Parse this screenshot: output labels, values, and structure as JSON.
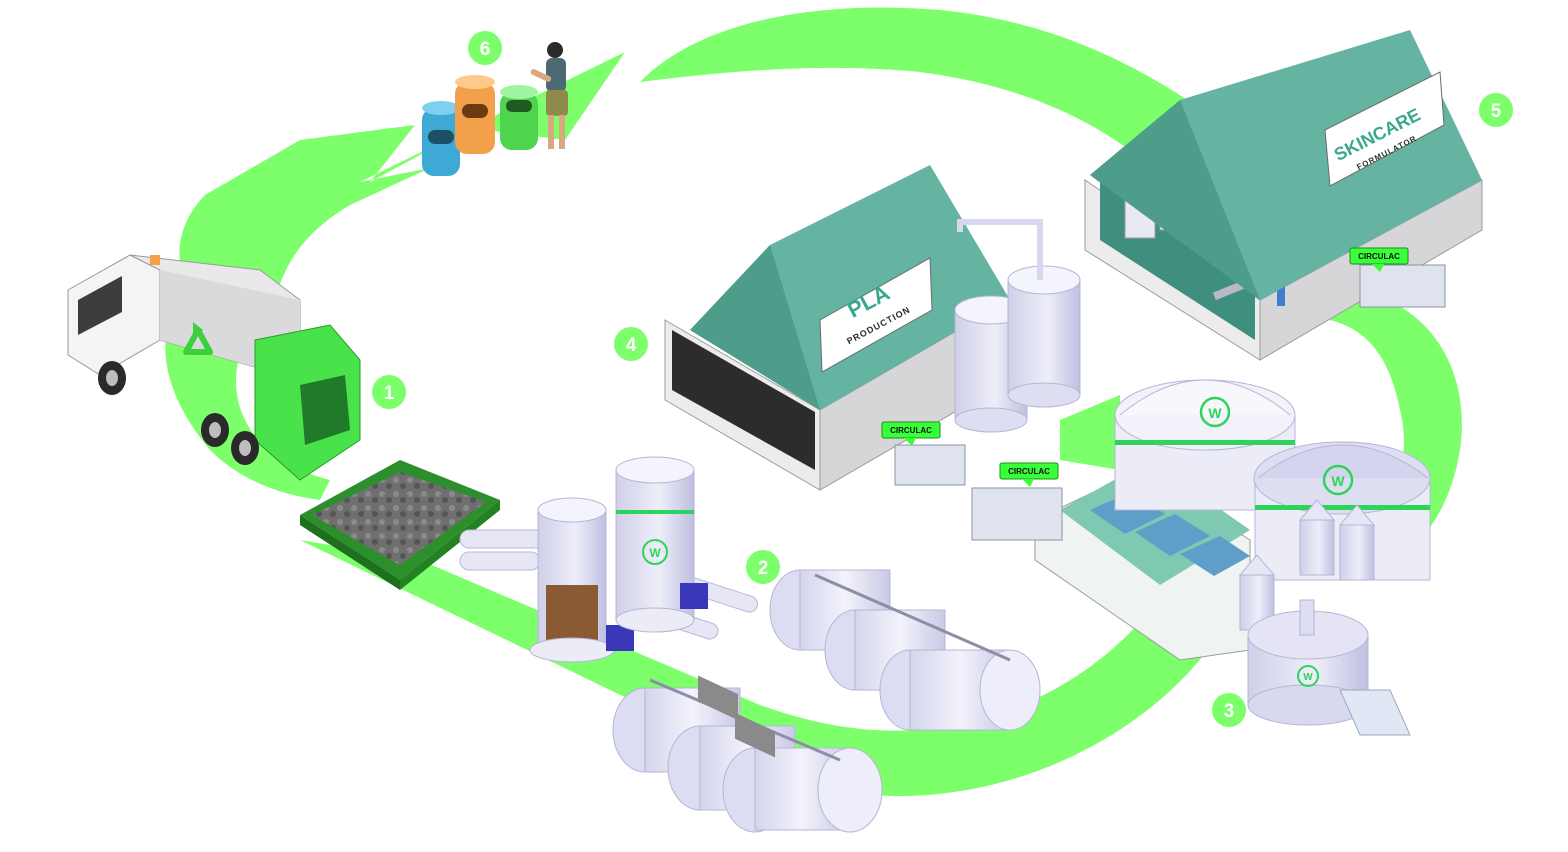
{
  "colors": {
    "flow_green": "#7cff6b",
    "step_badge": "#7cff6b",
    "roof_teal": "#5fae9c",
    "tank_lilac": "#e6e6f7",
    "accent_green": "#2ed35a",
    "tag_green": "#39ff3a"
  },
  "steps": [
    {
      "number": "1",
      "stage": "collection truck and waste intake"
    },
    {
      "number": "2",
      "stage": "digestion and fermentation tanks"
    },
    {
      "number": "3",
      "stage": "processing and storage silos"
    },
    {
      "number": "4",
      "stage": "PLA production"
    },
    {
      "number": "5",
      "stage": "skincare formulator"
    },
    {
      "number": "6",
      "stage": "household waste bins"
    }
  ],
  "signs": {
    "pla_title": "PLA",
    "pla_subtitle": "PRODUCTION",
    "skincare_title": "SKINCARE",
    "skincare_subtitle": "FORMULATOR"
  },
  "product_tags": [
    "CIRCULAC",
    "CIRCULAC",
    "CIRCULAC"
  ],
  "tank_logo": "W",
  "icons": [
    "recycle-icon",
    "w-loop-logo-icon"
  ]
}
